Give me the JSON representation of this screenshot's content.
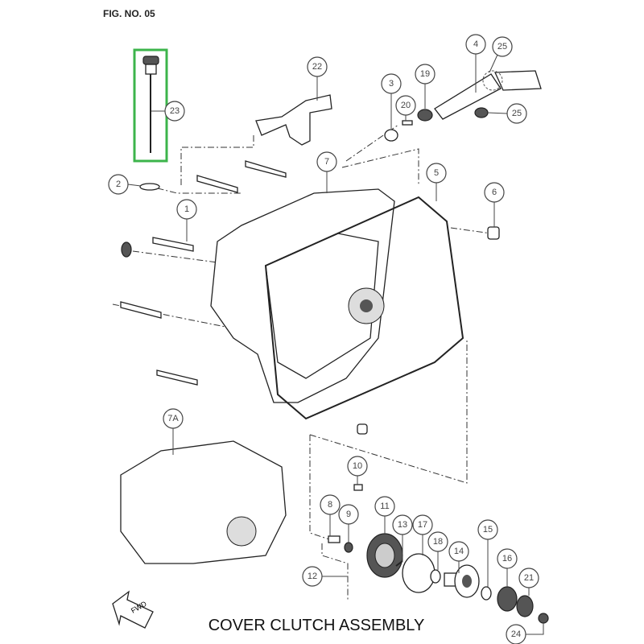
{
  "figure_number": "FIG. NO. 05",
  "title": "COVER CLUTCH ASSEMBLY",
  "highlight_color": "#3cb44b",
  "highlighted_part": "23",
  "direction_marker": "FWD",
  "callouts": [
    "22",
    "3",
    "19",
    "4",
    "25",
    "20",
    "25",
    "23",
    "2",
    "7",
    "5",
    "6",
    "1",
    "7A",
    "10",
    "8",
    "9",
    "11",
    "13",
    "17",
    "18",
    "14",
    "15",
    "16",
    "21",
    "12",
    "24"
  ]
}
